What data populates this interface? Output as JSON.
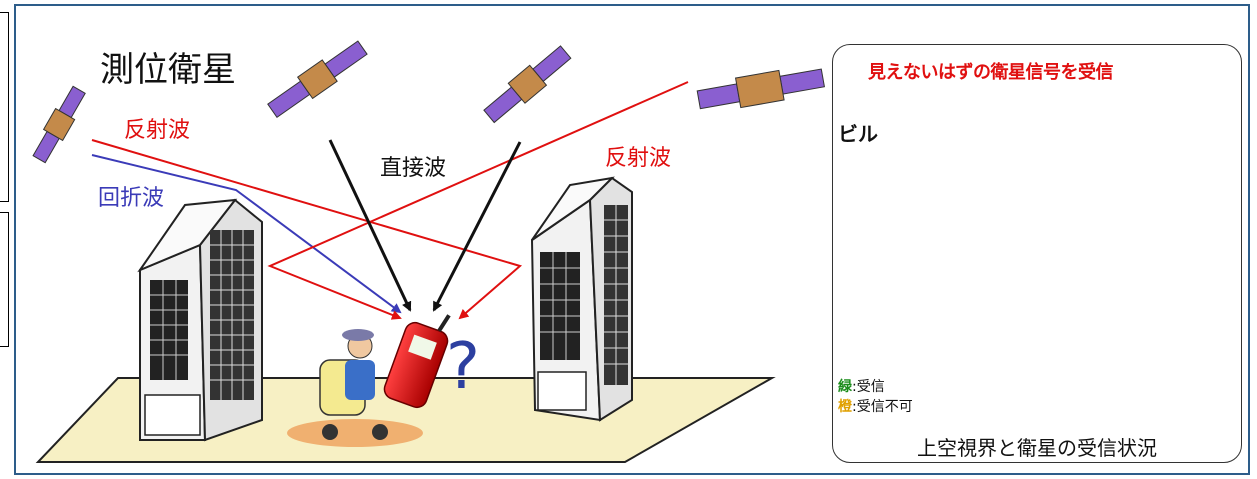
{
  "title": "測位衛星",
  "labels": {
    "reflected_left": "反射波",
    "reflected_right": "反射波",
    "diffracted": "回折波",
    "direct": "直接波",
    "question": "?"
  },
  "panel": {
    "headline": "見えないはずの衛星信号を受信",
    "building": "ビル",
    "legend": [
      {
        "key": "緑",
        "sep": ":",
        "text": "受信"
      },
      {
        "key": "橙",
        "sep": ":",
        "text": "受信不可"
      }
    ],
    "caption": "上空視界と衛星の受信状況"
  },
  "colors": {
    "frame": "#2d5d8a",
    "reflected": "#e01010",
    "diffracted": "#3b3bb8",
    "direct": "#111111",
    "received": "#1a8c1a",
    "not_received": "#e0a000",
    "ground": "#f7f0c4"
  },
  "icons": [
    "satellite-icon",
    "building-icon",
    "phone-icon",
    "wheelchair-user-icon",
    "sky-view-fisheye"
  ]
}
